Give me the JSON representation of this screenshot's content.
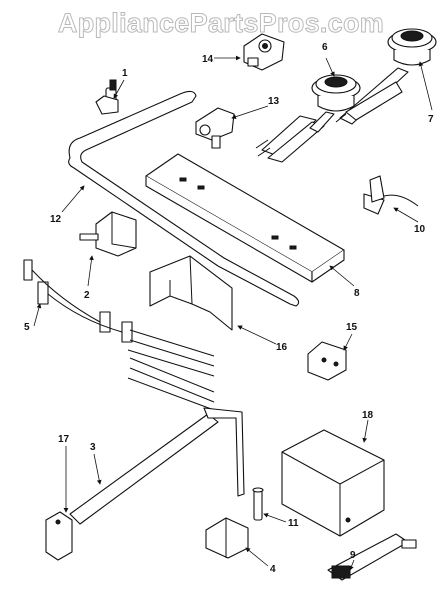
{
  "watermark": "AppliancePartsPros.com",
  "callouts": {
    "p1": "1",
    "p2": "2",
    "p3": "3",
    "p4": "4",
    "p5": "5",
    "p6": "6",
    "p7": "7",
    "p8": "8",
    "p9": "9",
    "p10": "10",
    "p11": "11",
    "p12": "12",
    "p13": "13",
    "p14": "14",
    "p15": "15",
    "p16": "16",
    "p17": "17",
    "p18": "18"
  }
}
